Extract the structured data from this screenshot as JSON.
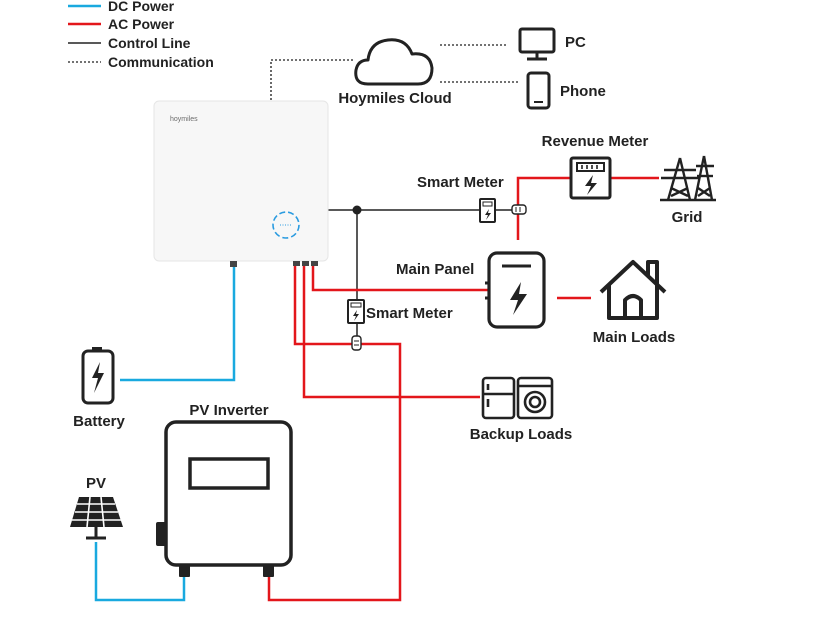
{
  "legend": {
    "dc_power": "DC Power",
    "ac_power": "AC Power",
    "control_line": "Control Line",
    "communication": "Communication"
  },
  "colors": {
    "dc": "#19a9df",
    "ac": "#e3161b",
    "control": "#222222",
    "communication": "#444444"
  },
  "devices": {
    "cloud": "Hoymiles Cloud",
    "pc": "PC",
    "phone": "Phone",
    "revenue_meter": "Revenue Meter",
    "grid": "Grid",
    "smart_meter_top": "Smart Meter",
    "main_panel": "Main Panel",
    "main_loads": "Main Loads",
    "smart_meter_mid": "Smart Meter",
    "battery": "Battery",
    "pv_inverter": "PV Inverter",
    "backup_loads": "Backup Loads",
    "pv": "PV",
    "inverter_brand": "hoymiles"
  },
  "icons": [
    "cloud-icon",
    "pc-icon",
    "phone-icon",
    "revenue-meter-icon",
    "grid-tower-icon",
    "smart-meter-icon",
    "ct-clamp-icon",
    "main-panel-icon",
    "house-icon",
    "battery-icon",
    "pv-inverter-icon",
    "washer-icon",
    "fridge-icon",
    "solar-panel-icon",
    "hybrid-inverter-icon"
  ]
}
